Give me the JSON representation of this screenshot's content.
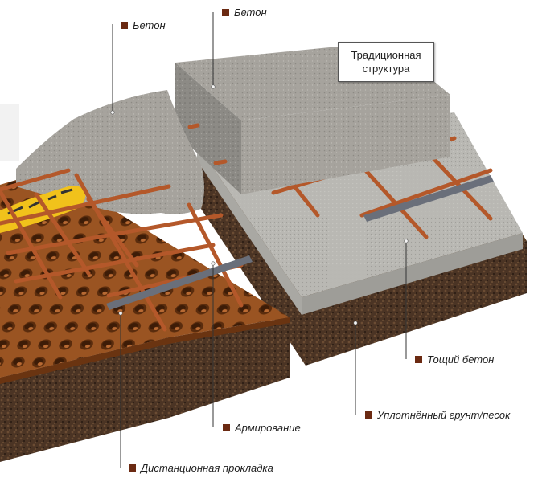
{
  "labels": {
    "concrete_left": "Бетон",
    "concrete_right": "Бетон",
    "lean_concrete": "Тощий бетон",
    "compacted_soil": "Уплотнённый грунт/песок",
    "reinforcement": "Армирование",
    "spacer": "Дистанционная прокладка"
  },
  "callout": {
    "line1": "Традиционная",
    "line2": "структура"
  },
  "colors": {
    "marker": "#6b2a12",
    "rebar": "#b4582a",
    "membrane": "#8a4a1e",
    "concrete": "#a7a59f",
    "soil": "#4a3422"
  }
}
